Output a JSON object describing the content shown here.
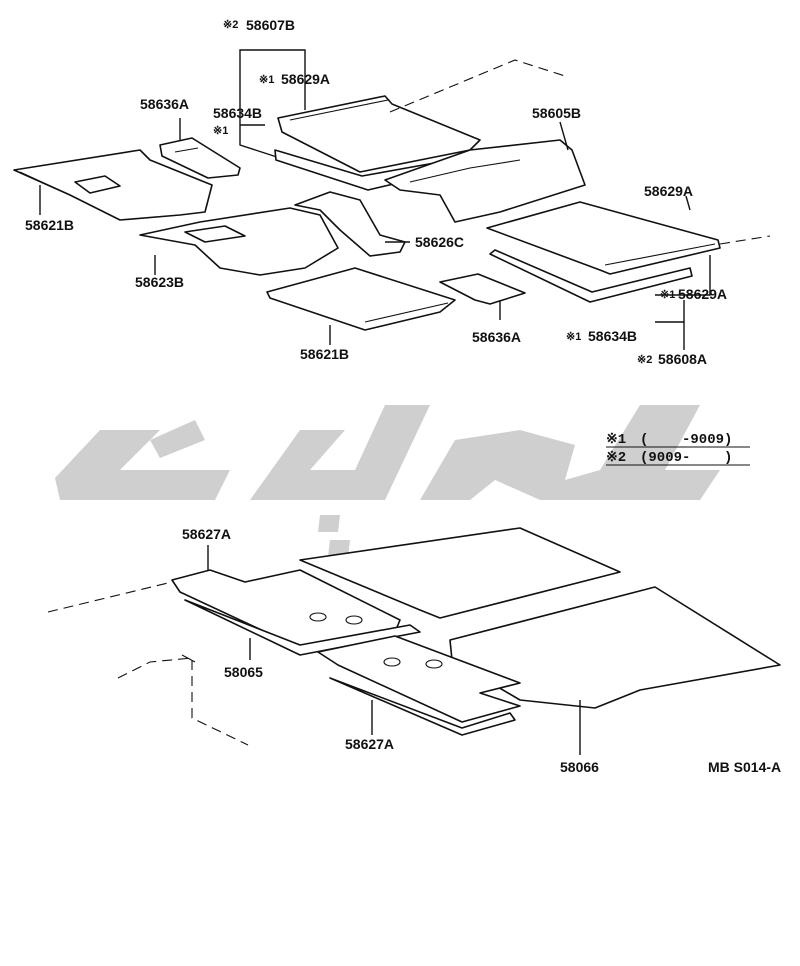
{
  "parts": {
    "p58607B": "58607B",
    "p58629A_top": "58629A",
    "p58634B_top": "58634B",
    "p58636A_top": "58636A",
    "p58605B": "58605B",
    "p58621B_left": "58621B",
    "p58629A_right": "58629A",
    "p58626C": "58626C",
    "p58623B": "58623B",
    "p58629A_right2": "58629A",
    "p58636A_bottom": "58636A",
    "p58621B_bottom": "58621B",
    "p58634B_right": "58634B",
    "p58608A": "58608A",
    "p58627A_top": "58627A",
    "p58065": "58065",
    "p58627A_bottom": "58627A",
    "p58066": "58066"
  },
  "marks": {
    "m2_58607B": "※2",
    "m1_58629A": "※1",
    "m1_58634B": "※1",
    "m1_58629A_r": "※1",
    "m1_58634B_r": "※1",
    "m2_58608A": "※2"
  },
  "legend": {
    "row1_mark": "※1",
    "row1_text": "(    -9009)",
    "row2_mark": "※2",
    "row2_text": "(9009-    )"
  },
  "diagram_code": "MB S014-A",
  "colors": {
    "ink": "#111111",
    "watermark": "#cfcfcf",
    "paper": "#ffffff"
  }
}
